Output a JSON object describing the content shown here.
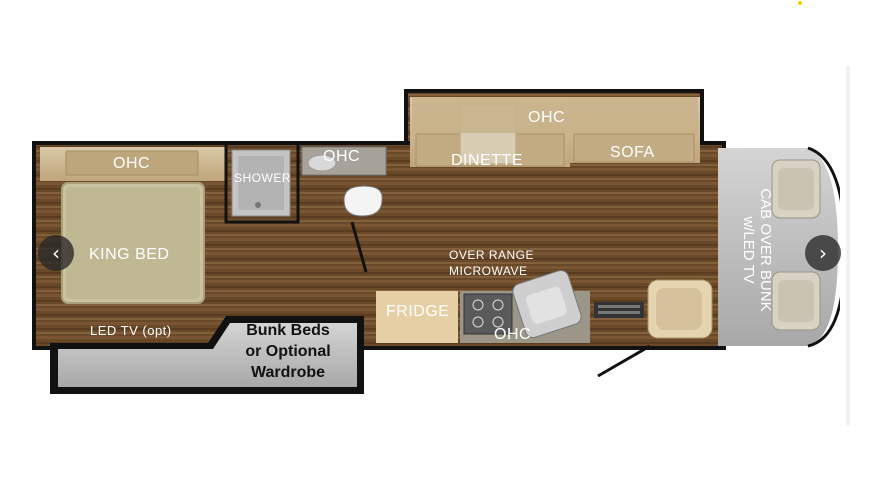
{
  "floorplan": {
    "labels": {
      "ohc_bedroom": "OHC",
      "shower": "SHOWER",
      "ohc_bath": "OHC",
      "ohc_upper": "OHC",
      "dinette": "DINETTE",
      "sofa": "SOFA",
      "king_bed": "KING BED",
      "over_range_line1": "OVER RANGE",
      "over_range_line2": "MICROWAVE",
      "fridge": "FRIDGE",
      "ohc_kitchen": "OHC",
      "led_tv": "LED TV (opt)",
      "bunk_line1": "Bunk Beds",
      "bunk_line2": "or Optional",
      "bunk_line3": "Wardrobe",
      "cab_line1": "CAB OVER BUNK",
      "cab_line2": "w/LED TV"
    },
    "colors": {
      "wood": "#6b4a2a",
      "wall": "#111111",
      "cabinet": "#c9b48e",
      "bunk": "#b8b8b8",
      "cab": "#c9c9c9"
    }
  },
  "carousel": {
    "prev_icon": "‹",
    "next_icon": "›"
  }
}
